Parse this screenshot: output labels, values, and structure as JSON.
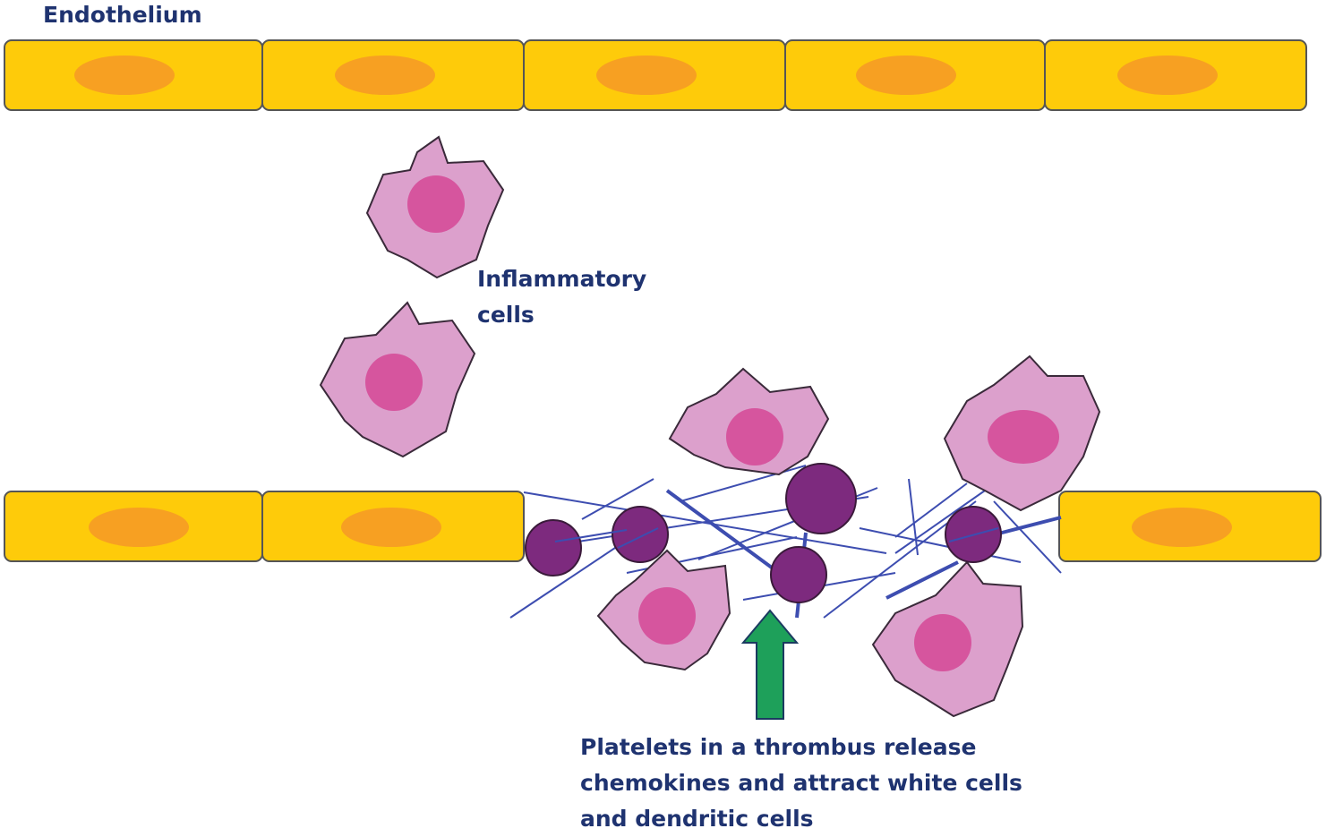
{
  "labels": {
    "endothelium": "Endothelium",
    "inflammatory": [
      "Inflammatory",
      "cells"
    ],
    "platelets": [
      "Platelets in a thrombus release",
      "chemokines and attract white cells",
      "and dendritic cells"
    ]
  },
  "colors": {
    "endothelial_cell": "#fecb0a",
    "endothelial_nucleus": "#f7a022",
    "inflammatory_cell": "#dca0cc",
    "inflammatory_nucleus": "#d6559e",
    "platelet": "#7d2a7e",
    "fibrin": "#3d4db0",
    "arrow": "#1ea05a",
    "text": "#1f3370"
  },
  "icons": [
    "endothelial-cell",
    "inflammatory-cell",
    "platelet",
    "fibrin-strand",
    "up-arrow"
  ]
}
